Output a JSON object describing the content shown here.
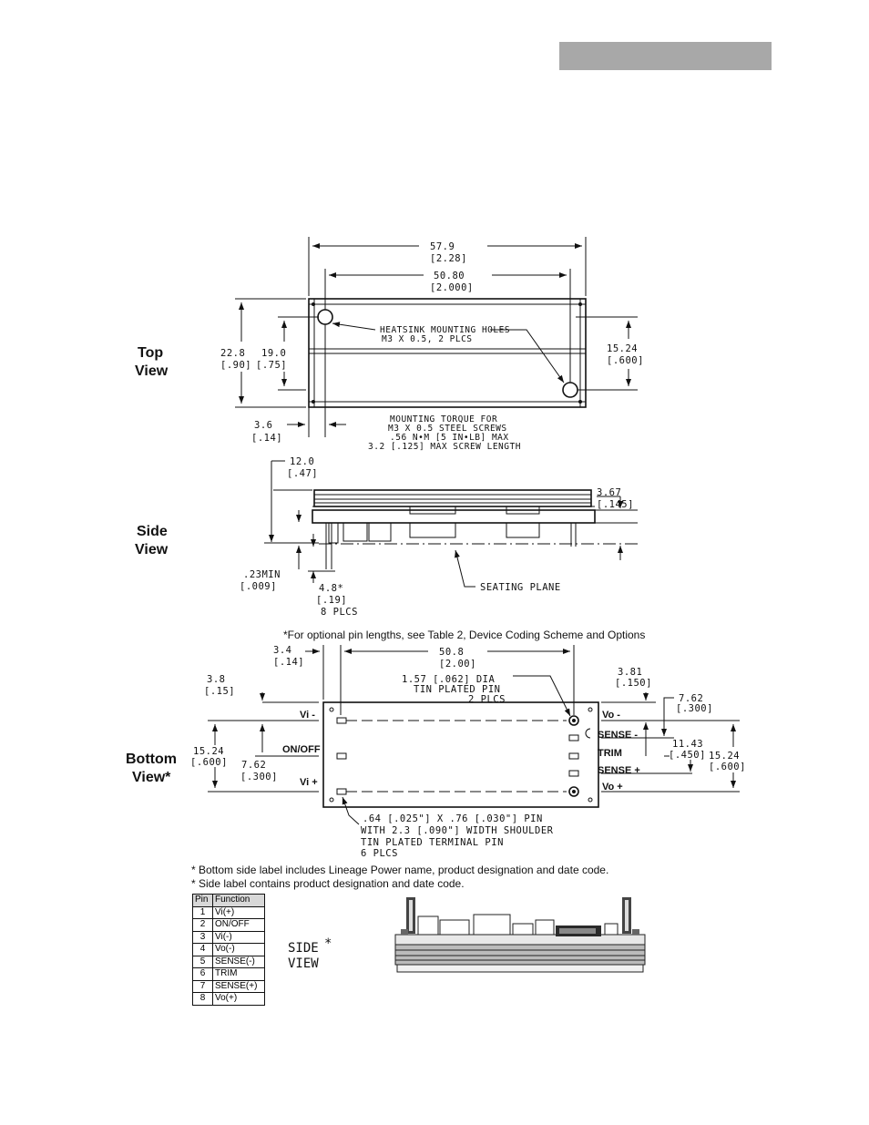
{
  "views": {
    "top": [
      "Top",
      "View"
    ],
    "side": [
      "Side",
      "View"
    ],
    "bottom": [
      "Bottom",
      "View*"
    ]
  },
  "top_view": {
    "overall_width": [
      "57.9",
      "[2.28]"
    ],
    "hole_spacing": [
      "50.80",
      "[2.000]"
    ],
    "height": [
      "22.8",
      "[.90]"
    ],
    "inner_height": [
      "19.0",
      "[.75]"
    ],
    "hole_offset": [
      "15.24",
      "[.600]"
    ],
    "edge_offset": [
      "3.6",
      "[.14]"
    ],
    "holes_note": [
      "HEATSINK MOUNTING HOLES",
      "M3 X 0.5, 2 PLCS"
    ],
    "torque_note": [
      "MOUNTING TORQUE FOR",
      "M3 X 0.5 STEEL SCREWS",
      ".56 N•M [5 IN•LB] MAX",
      "3.2 [.125] MAX SCREW LENGTH"
    ]
  },
  "side_view": {
    "height": [
      "12.0",
      "[.47]"
    ],
    "board_offset": [
      "3.67",
      "[.145]"
    ],
    "min_standoff": [
      ".23MIN",
      "[.009]"
    ],
    "pin_length": [
      "4.8*",
      "[.19]",
      "8 PLCS"
    ],
    "seating_plane": "SEATING PLANE",
    "footnote": "*For optional pin lengths, see Table 2, Device Coding Scheme and Options"
  },
  "bottom_view": {
    "left_edge": [
      "3.4",
      "[.14]"
    ],
    "pin_spacing": [
      "50.8",
      "[2.00]"
    ],
    "top_edge": [
      "3.8",
      "[.15]"
    ],
    "pin_dia": [
      "1.57 [.062] DIA",
      "TIN PLATED PIN",
      "2 PLCS"
    ],
    "right_top": [
      "3.81",
      "[.150]"
    ],
    "right_pitch": [
      "7.62",
      "[.300]"
    ],
    "right_span": [
      "11.43",
      "[.450]"
    ],
    "right_total": [
      "15.24",
      "[.600]"
    ],
    "left_total": [
      "15.24",
      "[.600]"
    ],
    "left_pitch": [
      "7.62",
      "[.300]"
    ],
    "pin_note": [
      ".64 [.025\"] X .76 [.030\"] PIN",
      "WITH 2.3 [.090\"] WIDTH SHOULDER",
      "TIN PLATED TERMINAL PIN",
      "6 PLCS"
    ],
    "left_pins": [
      "Vi -",
      "ON/OFF",
      "Vi +"
    ],
    "right_pins": [
      "Vo -",
      "SENSE -",
      "TRIM",
      "SENSE +",
      "Vo +"
    ]
  },
  "notes": [
    "* Bottom side label includes Lineage Power name, product designation and date code.",
    "* Side label contains product designation and date code."
  ],
  "pin_table": {
    "headers": [
      "Pin",
      "Function"
    ],
    "rows": [
      [
        "1",
        "Vi(+)"
      ],
      [
        "2",
        "ON/OFF"
      ],
      [
        "3",
        "Vi(-)"
      ],
      [
        "4",
        "Vo(-)"
      ],
      [
        "5",
        "SENSE(-)"
      ],
      [
        "6",
        "TRIM"
      ],
      [
        "7",
        "SENSE(+)"
      ],
      [
        "8",
        "Vo(+)"
      ]
    ]
  },
  "side_star_label": [
    "SIDE",
    "*",
    "VIEW"
  ]
}
